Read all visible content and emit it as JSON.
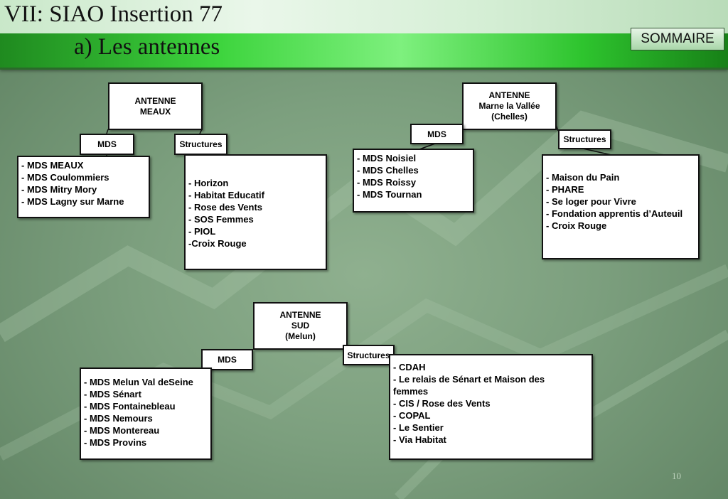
{
  "title": {
    "line1": "VII: SIAO Insertion 77",
    "line2": "a) Les antennes"
  },
  "sommaire_button": "SOMMAIRE",
  "page_number": "10",
  "antennes": [
    {
      "name": [
        "ANTENNE",
        "MEAUX"
      ],
      "mds_label": "MDS",
      "structures_label": "Structures",
      "mds_items": [
        "- MDS MEAUX",
        "- MDS Coulommiers",
        "- MDS Mitry Mory",
        "- MDS Lagny sur Marne"
      ],
      "structures_items": [
        "- Horizon",
        "- Habitat Educatif",
        "- Rose des Vents",
        "- SOS Femmes",
        "- PIOL",
        "-Croix Rouge"
      ]
    },
    {
      "name": [
        "ANTENNE",
        "Marne la Vallée",
        "(Chelles)"
      ],
      "mds_label": "MDS",
      "structures_label": "Structures",
      "mds_items": [
        "- MDS Noisiel",
        "- MDS Chelles",
        "- MDS Roissy",
        "- MDS Tournan"
      ],
      "structures_items": [
        "- Maison du Pain",
        "- PHARE",
        "- Se loger pour Vivre",
        "- Fondation apprentis d’Auteuil",
        "- Croix Rouge"
      ]
    },
    {
      "name": [
        "ANTENNE",
        "SUD",
        "(Melun)"
      ],
      "mds_label": "MDS",
      "structures_label": "Structures",
      "mds_items": [
        "- MDS Melun Val deSeine",
        "- MDS Sénart",
        "- MDS Fontainebleau",
        "- MDS Nemours",
        "- MDS Montereau",
        "- MDS Provins"
      ],
      "structures_items": [
        "- CDAH",
        "- Le relais de Sénart et Maison des femmes",
        "- CIS / Rose des Vents",
        "- COPAL",
        "- Le Sentier",
        "- Via Habitat"
      ]
    }
  ]
}
